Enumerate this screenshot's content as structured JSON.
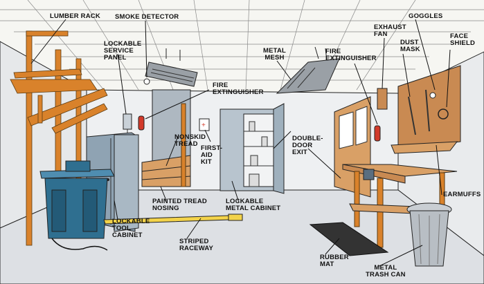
{
  "labels": {
    "lumber_rack": "LUMBER RACK",
    "smoke_detector": "SMOKE DETECTOR",
    "lockable_service_panel": [
      "LOCKABLE",
      "SERVICE",
      "PANEL"
    ],
    "fire_extinguisher_left": [
      "FIRE",
      "EXTINGUISHER"
    ],
    "metal_mesh": [
      "METAL",
      "MESH"
    ],
    "fire_extinguisher_right": [
      "FIRE",
      "EXTINGUISHER"
    ],
    "exhaust_fan": [
      "EXHAUST",
      "FAN"
    ],
    "goggles": "GOGGLES",
    "dust_mask": [
      "DUST",
      "MASK"
    ],
    "face_shield": [
      "FACE",
      "SHIELD"
    ],
    "nonskid_tread": [
      "NONSKID",
      "TREAD"
    ],
    "first_aid_kit": [
      "FIRST-",
      "AID",
      "KIT"
    ],
    "double_door_exit": [
      "DOUBLE-",
      "DOOR",
      "EXIT"
    ],
    "painted_tread_nosing": [
      "PAINTED TREAD",
      "NOSING"
    ],
    "lockable_metal_cabinet": [
      "LOCKABLE",
      "METAL CABINET"
    ],
    "earmuffs": "EARMUFFS",
    "lockable_tool_cabinet": [
      "LOCKABLE",
      "TOOL",
      "CABINET"
    ],
    "striped_raceway": [
      "STRIPED",
      "RACEWAY"
    ],
    "rubber_mat": [
      "RUBBER",
      "MAT"
    ],
    "metal_trash_can": [
      "METAL",
      "TRASH CAN"
    ]
  },
  "colors": {
    "ceiling": "#f4f4f0",
    "wall": "#eef0f2",
    "floor": "#dfe2e6",
    "wood": "#d9822b",
    "cabinet": "#8fa3b3",
    "machine": "#2f6f90",
    "pegboard": "#c98a52",
    "extinguisher": "#d23a2a",
    "line": "#111111"
  }
}
